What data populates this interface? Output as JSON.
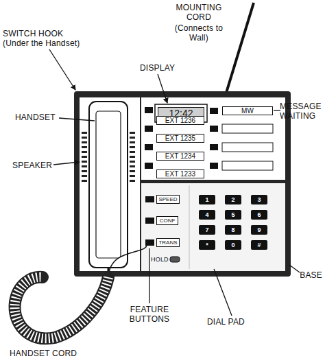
{
  "diagram": {
    "nodes": [
      {
        "text": [
          "12:42"
        ]
      },
      {
        "text": [
          "MW"
        ]
      },
      {
        "text": [
          "EXT 1236"
        ]
      },
      {
        "text": [
          "EXT 1235"
        ]
      },
      {
        "text": [
          "EXT 1234"
        ]
      },
      {
        "text": [
          "EXT 1233"
        ]
      },
      {
        "text": [
          "SPEED"
        ]
      },
      {
        "text": [
          "CONF"
        ]
      },
      {
        "text": [
          "TRANS"
        ]
      },
      {
        "text": [
          "1"
        ]
      },
      {
        "text": [
          "2"
        ]
      },
      {
        "text": [
          "3"
        ]
      },
      {
        "text": [
          "4"
        ]
      },
      {
        "text": [
          "5"
        ]
      },
      {
        "text": [
          "6"
        ]
      },
      {
        "text": [
          "7"
        ]
      },
      {
        "text": [
          "8"
        ]
      },
      {
        "text": [
          "9"
        ]
      },
      {
        "text": [
          "*"
        ]
      },
      {
        "text": [
          "0"
        ]
      },
      {
        "text": [
          "#"
        ]
      }
    ],
    "labels": [
      "SWITCH HOOK",
      "(Under the Handset)",
      "MOUNTING CORD",
      "(Connects to Wall)",
      "DISPLAY",
      "MESSAGE WAITING",
      "HANDSET",
      "SPEAKER",
      "BASE",
      "FEATURE BUTTONS",
      "DIAL PAD",
      "HANDSET CORD",
      "HOLD"
    ]
  }
}
